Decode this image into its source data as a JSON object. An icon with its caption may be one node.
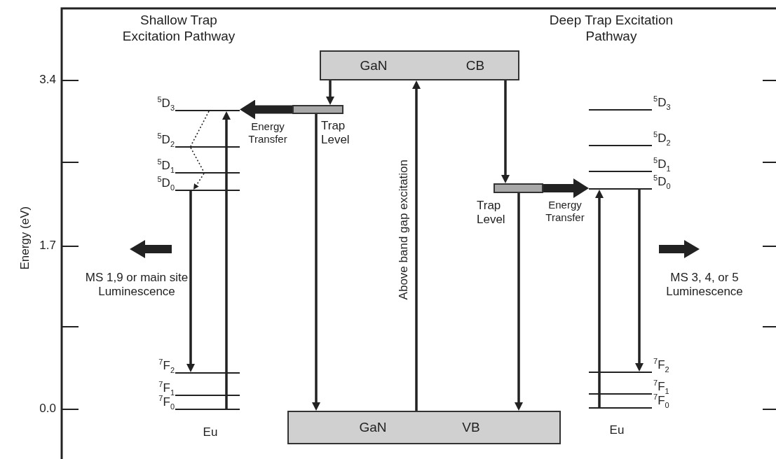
{
  "diagram": {
    "nodes": [
      {
        "text": [
          "GaN",
          "CB"
        ]
      },
      {
        "text": [
          "GaN",
          "VB"
        ]
      },
      {
        "text": [],
        "shape": "bar",
        "beside": [
          "Trap Level"
        ]
      },
      {
        "text": [],
        "shape": "bar",
        "beside": [
          "Trap Level"
        ]
      },
      {
        "text": [],
        "shape": "line",
        "beside": [
          "$^{5}$D$_{3}$"
        ]
      },
      {
        "text": [],
        "shape": "line",
        "beside": [
          "$^{5}$D$_{2}$"
        ]
      },
      {
        "text": [],
        "shape": "line",
        "beside": [
          "$^{5}$D$_{1}$"
        ]
      },
      {
        "text": [],
        "shape": "line",
        "beside": [
          "$^{5}$D$_{0}$"
        ]
      },
      {
        "text": [],
        "shape": "line",
        "beside": [
          "$^{7}$F$_{2}$"
        ]
      },
      {
        "text": [],
        "shape": "line",
        "beside": [
          "$^{7}$F$_{1}$"
        ]
      },
      {
        "text": [],
        "shape": "line",
        "beside": [
          "$^{7}$F$_{0}$"
        ]
      },
      {
        "text": [],
        "shape": "line",
        "beside": [
          "$^{5}$D$_{3}$"
        ]
      },
      {
        "text": [],
        "shape": "line",
        "beside": [
          "$^{5}$D$_{2}$"
        ]
      },
      {
        "text": [],
        "shape": "line",
        "beside": [
          "$^{5}$D$_{1}$"
        ]
      },
      {
        "text": [],
        "shape": "line",
        "beside": [
          "$^{5}$D$_{0}$"
        ]
      },
      {
        "text": [],
        "shape": "line",
        "beside": [
          "$^{7}$F$_{2}$"
        ]
      },
      {
        "text": [],
        "shape": "line",
        "beside": [
          "$^{7}$F$_{1}$"
        ]
      },
      {
        "text": [],
        "shape": "line",
        "beside": [
          "$^{7}$F$_{0}$"
        ]
      }
    ],
    "edges": [
      {
        "from": 0,
        "to": 2,
        "arrow": "to"
      },
      {
        "from": 2,
        "to": 1,
        "arrow": "to"
      },
      {
        "from": 0,
        "to": 3,
        "arrow": "to"
      },
      {
        "from": 3,
        "to": 1,
        "arrow": "to"
      },
      {
        "from": 1,
        "to": 0,
        "arrow": "to",
        "label": "Above band gap excitation"
      },
      {
        "from": 2,
        "to": 4,
        "arrow": "to",
        "style": "thick",
        "label": "Energy Transfer"
      },
      {
        "from": 10,
        "to": 4,
        "arrow": "to"
      },
      {
        "from": 4,
        "to": 5,
        "arrow": "none",
        "style": "dashed"
      },
      {
        "from": 5,
        "to": 6,
        "arrow": "none",
        "style": "dashed"
      },
      {
        "from": 6,
        "to": 7,
        "arrow": "to",
        "style": "dashed"
      },
      {
        "from": 7,
        "to": 8,
        "arrow": "to"
      },
      {
        "from": 3,
        "to": 14,
        "arrow": "to",
        "style": "thick",
        "label": "Energy Transfer"
      },
      {
        "from": 17,
        "to": 14,
        "arrow": "to"
      },
      {
        "from": 14,
        "to": 15,
        "arrow": "to"
      }
    ],
    "labels": [
      "Shallow Trap Excitation Pathway",
      "Deep Trap Excitation Pathway",
      "3.4",
      "Energy (eV)",
      "1.7",
      "MS 1,9 or main site Luminescence",
      "MS 3, 4, or 5 Luminescence",
      "0.0",
      "Eu",
      "Eu"
    ]
  }
}
